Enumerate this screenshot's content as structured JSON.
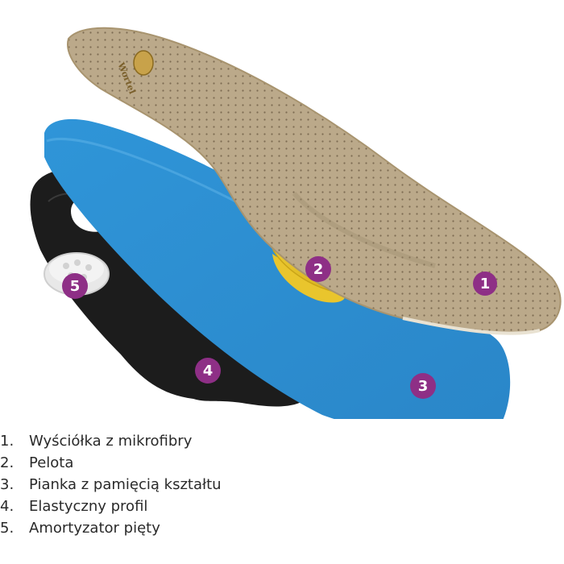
{
  "brand": {
    "insole_mark": "Wortel"
  },
  "colors": {
    "badge": "#8e2f86",
    "leather": "#b9a788",
    "foam": "#2e8fd0",
    "pelot": "#e7c62c",
    "profile": "#1c1c1c"
  },
  "badges": [
    {
      "id": "microfiber",
      "label": "1"
    },
    {
      "id": "pelot",
      "label": "2"
    },
    {
      "id": "memory-foam",
      "label": "3"
    },
    {
      "id": "elastic-profile",
      "label": "4"
    },
    {
      "id": "heel-absorber",
      "label": "5"
    }
  ],
  "legend": [
    {
      "number": "1.",
      "text": "Wyściółka z mikrofibry"
    },
    {
      "number": "2.",
      "text": "Pelota"
    },
    {
      "number": "3.",
      "text": "Pianka z pamięcią kształtu"
    },
    {
      "number": "4.",
      "text": "Elastyczny profil"
    },
    {
      "number": "5.",
      "text": "Amortyzator pięty"
    }
  ]
}
